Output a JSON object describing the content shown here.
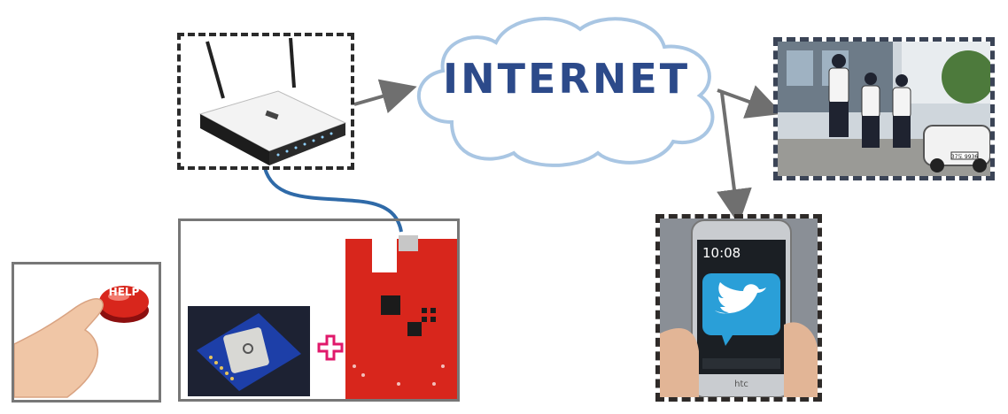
{
  "cloud": {
    "label": "INTERNET"
  },
  "help_button": {
    "label": "HELP"
  },
  "phone": {
    "time": "10:08",
    "brand": "htc"
  },
  "police_car": {
    "plate": "37도 9936"
  },
  "colors": {
    "cloud_outline": "#a9c6e3",
    "cloud_text": "#2c4a8a",
    "arrow": "#6f6f6f",
    "cable": "#2f6aa8",
    "plus": "#e0196b",
    "board_red": "#d8261c",
    "gps_blue": "#1d3fa8",
    "twitter_blue": "#2a9fd8"
  },
  "icons": [
    "router",
    "cloud",
    "help-button",
    "hand",
    "gps-module",
    "plus-sign",
    "wifi-board",
    "smartphone",
    "twitter-bird",
    "police-officers"
  ]
}
